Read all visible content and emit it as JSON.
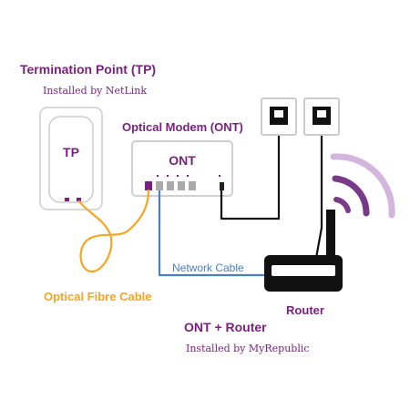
{
  "labels": {
    "tp_title": "Termination Point (TP)",
    "tp_installer": "Installed by NetLink",
    "tp_device": "TP",
    "ont_title": "Optical Modem (ONT)",
    "ont_device": "ONT",
    "network_cable": "Network Cable",
    "fibre_cable": "Optical Fibre Cable",
    "router": "Router",
    "ont_router_title": "ONT + Router",
    "ont_router_installer": "Installed by MyRepublic"
  },
  "icons": {
    "wall_socket": "phone-jack-icon",
    "wifi": "wifi-signal-icon"
  },
  "colors": {
    "purple": "#7a1f7f",
    "fibre_orange": "#f5a623",
    "network_blue": "#4a7cc9",
    "phone_black": "#111111",
    "wifi_dark": "#7a3a8a",
    "wifi_light": "#d4b5de",
    "device_border": "#cfcfcf",
    "port_gray": "#aaaaaa"
  }
}
